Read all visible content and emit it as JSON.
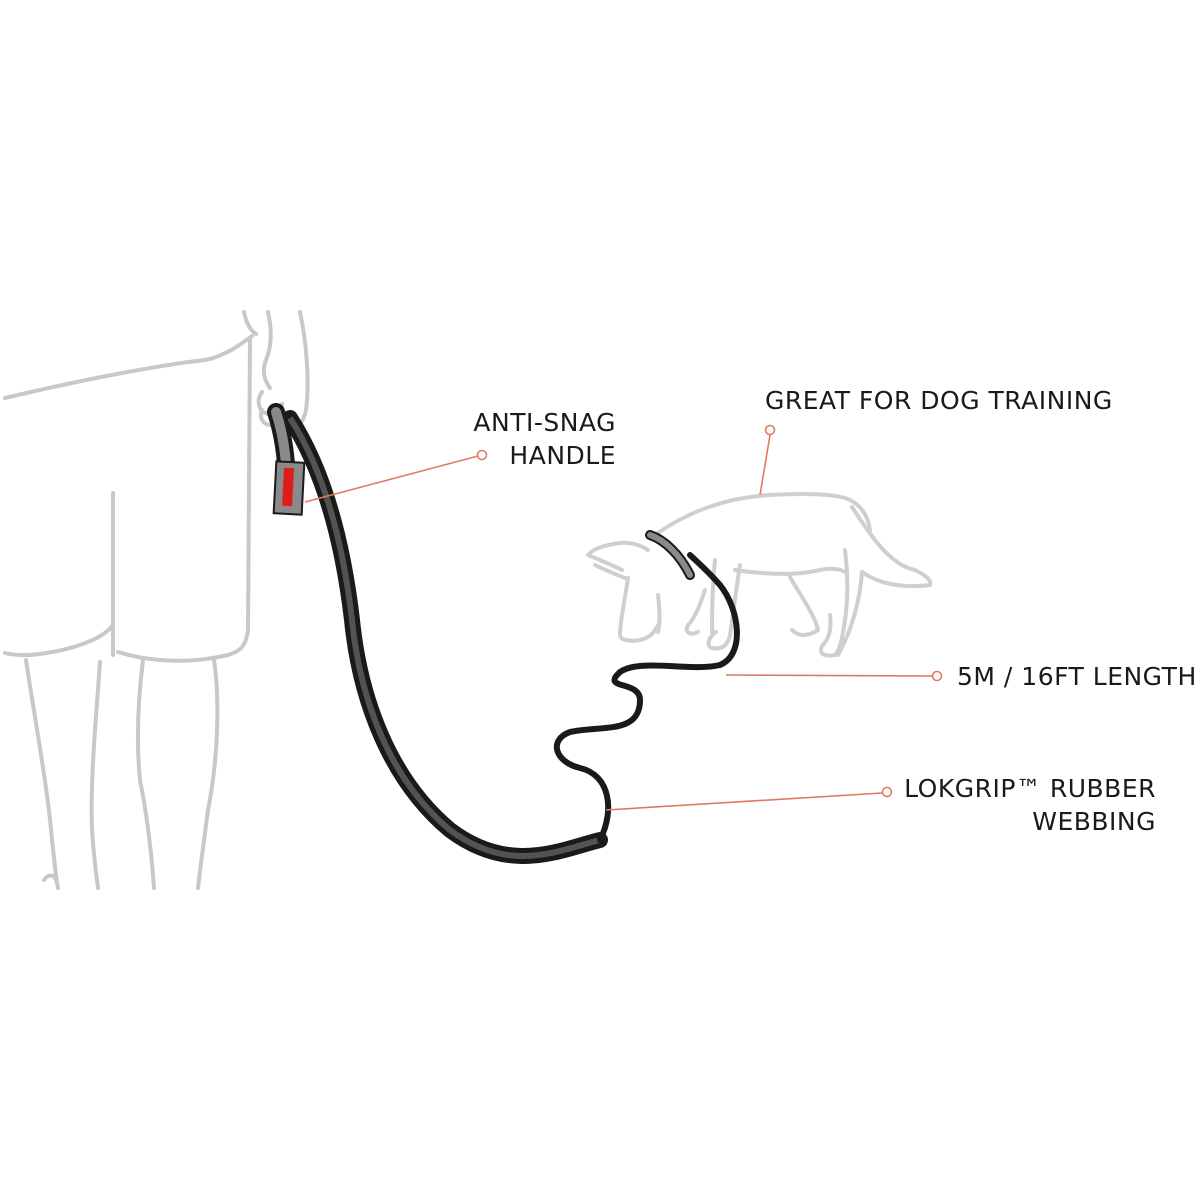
{
  "diagram": {
    "type": "product-feature-callout-illustration",
    "colors": {
      "background": "#ffffff",
      "outline": "#c8c8c8",
      "leash": "#1a1a1a",
      "leash_stripe": "#7a7a7a",
      "handle_tag": "#8a8a8a",
      "handle_accent": "#e01b1b",
      "callout_line": "#e07a5f",
      "text": "#1a1a1a"
    },
    "figures": {
      "person": "person-outline",
      "dog": "dog-outline",
      "leash": "leash"
    },
    "callouts": [
      {
        "id": "handle",
        "lines": [
          "ANTI-SNAG",
          "HANDLE"
        ]
      },
      {
        "id": "training",
        "lines": [
          "GREAT FOR DOG TRAINING"
        ]
      },
      {
        "id": "length",
        "lines": [
          "5M / 16FT LENGTH"
        ]
      },
      {
        "id": "webbing",
        "lines": [
          "LOKGRIP™ RUBBER",
          "WEBBING"
        ]
      }
    ]
  }
}
